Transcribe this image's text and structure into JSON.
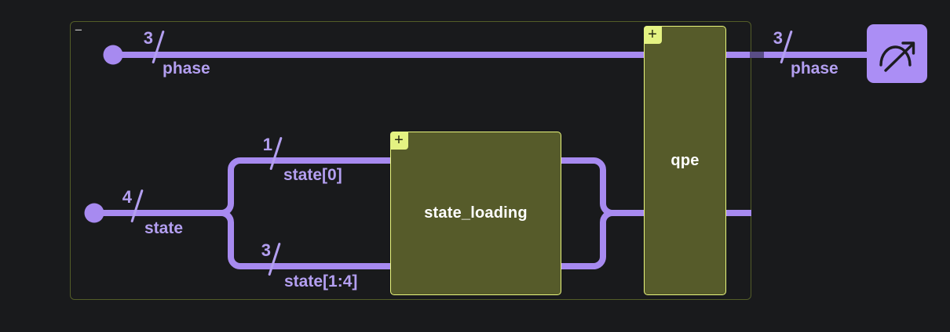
{
  "colors": {
    "background": "#191a1c",
    "wire": "#a78af0",
    "wire_dim": "#594d86",
    "label": "#b39ff0",
    "gate_fill": "#565b2a",
    "gate_border": "#e9f67d",
    "badge_bg": "#e4f282",
    "badge_text": "#262a12",
    "gate_label": "#ffffff",
    "group_border": "#535d28",
    "measure_fill": "#ab8ef5",
    "measure_icon": "#1c1c20",
    "collapse": "#c2c2c2"
  },
  "group": {
    "collapse_label": "−"
  },
  "registers": {
    "phase_in": {
      "size": "3",
      "name": "phase"
    },
    "state_in": {
      "size": "4",
      "name": "state"
    },
    "state_0": {
      "size": "1",
      "name": "state[0]"
    },
    "state_1_4": {
      "size": "3",
      "name": "state[1:4]"
    },
    "phase_out": {
      "size": "3",
      "name": "phase"
    }
  },
  "gates": [
    {
      "label": "state_loading",
      "expand_label": "+"
    },
    {
      "label": "qpe",
      "expand_label": "+"
    }
  ]
}
